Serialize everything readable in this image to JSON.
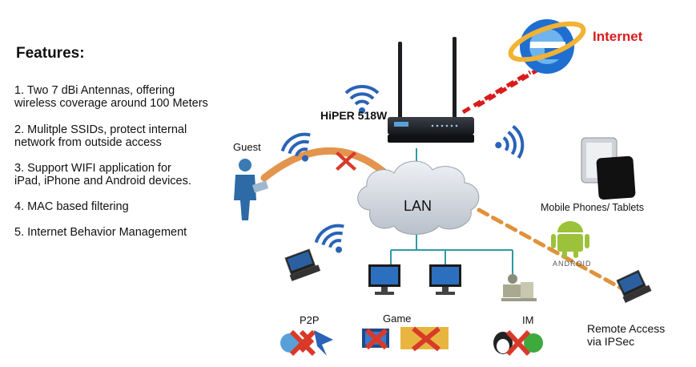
{
  "features": {
    "title": "Features:",
    "items": [
      "1. Two 7 dBi Antennas, offering\nwireless coverage around 100 Meters",
      "2. Mulitple SSIDs, protect internal\nnetwork from outside access",
      "3. Support WIFI application for\niPad, iPhone and Android devices.",
      "4. MAC based filtering",
      "5. Internet Behavior Management"
    ]
  },
  "diagram": {
    "router_label": "HiPER 518W",
    "internet_label": "Internet",
    "guest_label": "Guest",
    "lan_label": "LAN",
    "mobile_label": "Mobile Phones/ Tablets",
    "android_label": "ANDROID",
    "p2p_label": "P2P",
    "game_label": "Game",
    "im_label": "IM",
    "remote_label": "Remote Access\nvia IPSec"
  },
  "colors": {
    "internet_red": "#d81c1c",
    "blocked_red": "#d83a2a",
    "ie_blue": "#1f6fd1",
    "android_green": "#9bc23a",
    "wifi_blue": "#2a63b8",
    "dashed_orange": "#e0913a",
    "guest_arc": "#e08a3a",
    "line_teal": "#2f9aa5"
  }
}
